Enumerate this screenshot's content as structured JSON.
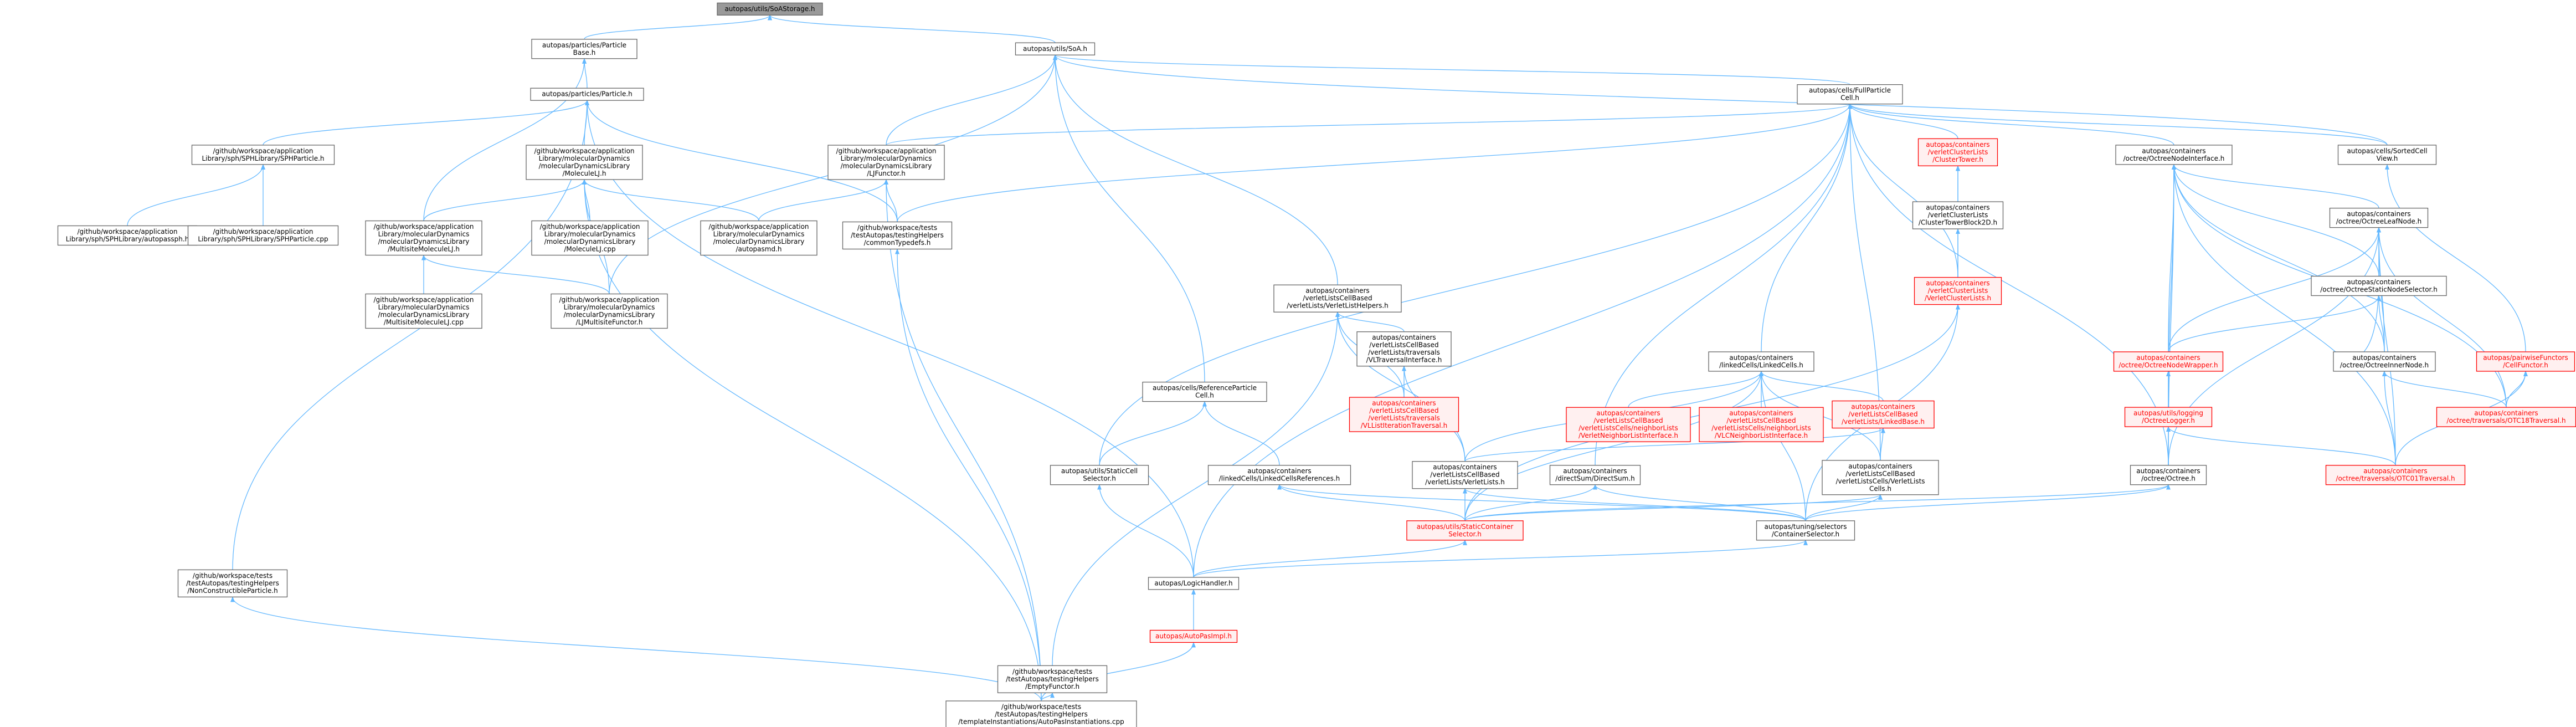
{
  "colors": {
    "edge": "#63b8ff",
    "normal_border": "#666666",
    "normal_fill": "#ffffff",
    "normal_text": "#000000",
    "highlight_border": "#ff0000",
    "highlight_fill": "#fff0f0",
    "highlight_text": "#ff0000",
    "root_fill": "#999999",
    "root_border": "#666666"
  },
  "nodes": [
    {
      "id": "root",
      "lines": [
        "autopas/utils/SoAStorage.h"
      ],
      "style": "root"
    },
    {
      "id": "pb",
      "lines": [
        "autopas/particles/Particle",
        "Base.h"
      ]
    },
    {
      "id": "soa",
      "lines": [
        "autopas/utils/SoA.h"
      ]
    },
    {
      "id": "ph",
      "lines": [
        "autopas/particles/Particle.h"
      ]
    },
    {
      "id": "fpc",
      "lines": [
        "autopas/cells/FullParticle",
        "Cell.h"
      ]
    },
    {
      "id": "sph",
      "lines": [
        "/github/workspace/application",
        "Library/sph/SPHLibrary/SPHParticle.h"
      ]
    },
    {
      "id": "mlj",
      "lines": [
        "/github/workspace/application",
        "Library/molecularDynamics",
        "/molecularDynamicsLibrary",
        "/MoleculeLJ.h"
      ]
    },
    {
      "id": "ljf",
      "lines": [
        "/github/workspace/application",
        "Library/molecularDynamics",
        "/molecularDynamicsLibrary",
        "/LJFunctor.h"
      ]
    },
    {
      "id": "ct",
      "lines": [
        "autopas/containers",
        "/verletClusterLists",
        "/ClusterTower.h"
      ],
      "style": "hl"
    },
    {
      "id": "oni",
      "lines": [
        "autopas/containers",
        "/octree/OctreeNodeInterface.h"
      ]
    },
    {
      "id": "scv",
      "lines": [
        "autopas/cells/SortedCell",
        "View.h"
      ]
    },
    {
      "id": "asph",
      "lines": [
        "/github/workspace/application",
        "Library/sph/SPHLibrary/autopassph.h"
      ]
    },
    {
      "id": "sphcpp",
      "lines": [
        "/github/workspace/application",
        "Library/sph/SPHLibrary/SPHParticle.cpp"
      ]
    },
    {
      "id": "msml",
      "lines": [
        "/github/workspace/application",
        "Library/molecularDynamics",
        "/molecularDynamicsLibrary",
        "/MultisiteMoleculeLJ.h"
      ]
    },
    {
      "id": "mljcpp",
      "lines": [
        "/github/workspace/application",
        "Library/molecularDynamics",
        "/molecularDynamicsLibrary",
        "/MoleculeLJ.cpp"
      ]
    },
    {
      "id": "amd",
      "lines": [
        "/github/workspace/application",
        "Library/molecularDynamics",
        "/molecularDynamicsLibrary",
        "/autopasmd.h"
      ]
    },
    {
      "id": "ctd",
      "lines": [
        "/github/workspace/tests",
        "/testAutopas/testingHelpers",
        "/commonTypedefs.h"
      ]
    },
    {
      "id": "ctb",
      "lines": [
        "autopas/containers",
        "/verletClusterLists",
        "/ClusterTowerBlock2D.h"
      ]
    },
    {
      "id": "oln",
      "lines": [
        "autopas/containers",
        "/octree/OctreeLeafNode.h"
      ]
    },
    {
      "id": "vlh",
      "lines": [
        "autopas/containers",
        "/verletListsCellBased",
        "/verletLists/VerletListHelpers.h"
      ]
    },
    {
      "id": "msmlcpp",
      "lines": [
        "/github/workspace/application",
        "Library/molecularDynamics",
        "/molecularDynamicsLibrary",
        "/MultisiteMoleculeLJ.cpp"
      ]
    },
    {
      "id": "lmf",
      "lines": [
        "/github/workspace/application",
        "Library/molecularDynamics",
        "/molecularDynamicsLibrary",
        "/LJMultisiteFunctor.h"
      ]
    },
    {
      "id": "vcl",
      "lines": [
        "autopas/containers",
        "/verletClusterLists",
        "/VerletClusterLists.h"
      ],
      "style": "hl"
    },
    {
      "id": "onss",
      "lines": [
        "autopas/containers",
        "/octree/OctreeStaticNodeSelector.h"
      ]
    },
    {
      "id": "vltif",
      "lines": [
        "autopas/containers",
        "/verletListsCellBased",
        "/verletLists/traversals",
        "/VLTraversalInterface.h"
      ]
    },
    {
      "id": "llc",
      "lines": [
        "autopas/containers",
        "/linkedCells/LinkedCells.h"
      ]
    },
    {
      "id": "onw",
      "lines": [
        "autopas/containers",
        "/octree/OctreeNodeWrapper.h"
      ],
      "style": "hl"
    },
    {
      "id": "oin",
      "lines": [
        "autopas/containers",
        "/octree/OctreeInnerNode.h"
      ]
    },
    {
      "id": "cf",
      "lines": [
        "autopas/pairwiseFunctors",
        "/CellFunctor.h"
      ],
      "style": "hl"
    },
    {
      "id": "vllit",
      "lines": [
        "autopas/containers",
        "/verletListsCellBased",
        "/verletLists/traversals",
        "/VLListIterationTraversal.h"
      ],
      "style": "hl"
    },
    {
      "id": "vlnli",
      "lines": [
        "autopas/containers",
        "/verletListsCellBased",
        "/verletListsCells/neighborLists",
        "/VerletNeighborListInterface.h"
      ],
      "style": "hl"
    },
    {
      "id": "vlcnli",
      "lines": [
        "autopas/containers",
        "/verletListsCellBased",
        "/verletListsCells/neighborLists",
        "/VLCNeighborListInterface.h"
      ],
      "style": "hl"
    },
    {
      "id": "vllb",
      "lines": [
        "autopas/containers",
        "/verletListsCellBased",
        "/verletLists/LinkedBase.h"
      ],
      "style": "hl"
    },
    {
      "id": "rpc",
      "lines": [
        "autopas/cells/ReferenceParticle",
        "Cell.h"
      ]
    },
    {
      "id": "ulog",
      "lines": [
        "autopas/utils/logging",
        "/OctreeLogger.h"
      ],
      "style": "hl"
    },
    {
      "id": "ot18",
      "lines": [
        "autopas/containers",
        "/octree/traversals/OTC18Traversal.h"
      ],
      "style": "hl"
    },
    {
      "id": "scs",
      "lines": [
        "autopas/utils/StaticCell",
        "Selector.h"
      ]
    },
    {
      "id": "llcr",
      "lines": [
        "autopas/containers",
        "/linkedCells/LinkedCellsReferences.h"
      ]
    },
    {
      "id": "vlvl",
      "lines": [
        "autopas/containers",
        "/verletListsCellBased",
        "/verletLists/VerletLists.h"
      ]
    },
    {
      "id": "dsum",
      "lines": [
        "autopas/containers",
        "/directSum/DirectSum.h"
      ]
    },
    {
      "id": "vlcvlc",
      "lines": [
        "autopas/containers",
        "/verletListsCellBased",
        "/verletListsCells/VerletLists",
        "Cells.h"
      ]
    },
    {
      "id": "oct",
      "lines": [
        "autopas/containers",
        "/octree/Octree.h"
      ]
    },
    {
      "id": "ot01",
      "lines": [
        "autopas/containers",
        "/octree/traversals/OTC01Traversal.h"
      ],
      "style": "hl"
    },
    {
      "id": "usc",
      "lines": [
        "autopas/utils/StaticContainer",
        "Selector.h"
      ],
      "style": "hl"
    },
    {
      "id": "tcs",
      "lines": [
        "autopas/tuning/selectors",
        "/ContainerSelector.h"
      ]
    },
    {
      "id": "ncp",
      "lines": [
        "/github/workspace/tests",
        "/testAutopas/testingHelpers",
        "/NonConstructibleParticle.h"
      ]
    },
    {
      "id": "logh",
      "lines": [
        "autopas/LogicHandler.h"
      ]
    },
    {
      "id": "api",
      "lines": [
        "autopas/AutoPasImpl.h"
      ],
      "style": "hl"
    },
    {
      "id": "ef",
      "lines": [
        "/github/workspace/tests",
        "/testAutopas/testingHelpers",
        "/EmptyFunctor.h"
      ]
    },
    {
      "id": "tai",
      "lines": [
        "/github/workspace/tests",
        "/testAutopas/testingHelpers",
        "/templateInstantiations/AutoPasInstantiations.cpp"
      ]
    }
  ],
  "edges": [
    [
      "pb",
      "root"
    ],
    [
      "soa",
      "root"
    ],
    [
      "ph",
      "pb"
    ],
    [
      "msml",
      "pb"
    ],
    [
      "fpc",
      "soa"
    ],
    [
      "scv",
      "soa"
    ],
    [
      "ljf",
      "soa"
    ],
    [
      "lmf",
      "soa"
    ],
    [
      "vlh",
      "soa"
    ],
    [
      "rpc",
      "soa"
    ],
    [
      "sph",
      "ph"
    ],
    [
      "mlj",
      "ph"
    ],
    [
      "ctd",
      "ph"
    ],
    [
      "ncp",
      "ph"
    ],
    [
      "logh",
      "ph"
    ],
    [
      "ljf",
      "fpc"
    ],
    [
      "ctd",
      "fpc"
    ],
    [
      "ct",
      "fpc"
    ],
    [
      "oni",
      "fpc"
    ],
    [
      "scv",
      "fpc"
    ],
    [
      "vcl",
      "fpc"
    ],
    [
      "llc",
      "fpc"
    ],
    [
      "dsum",
      "fpc"
    ],
    [
      "vlcvlc",
      "fpc"
    ],
    [
      "oct",
      "fpc"
    ],
    [
      "scs",
      "fpc"
    ],
    [
      "logh",
      "fpc"
    ],
    [
      "asph",
      "sph"
    ],
    [
      "sphcpp",
      "sph"
    ],
    [
      "msml",
      "mlj"
    ],
    [
      "mljcpp",
      "mlj"
    ],
    [
      "amd",
      "mlj"
    ],
    [
      "lmf",
      "mlj"
    ],
    [
      "tai",
      "mlj"
    ],
    [
      "amd",
      "ljf"
    ],
    [
      "ctd",
      "ljf"
    ],
    [
      "tai",
      "ljf"
    ],
    [
      "ctb",
      "ct"
    ],
    [
      "vcl",
      "ct"
    ],
    [
      "vcl",
      "ctb"
    ],
    [
      "oln",
      "oni"
    ],
    [
      "oin",
      "oni"
    ],
    [
      "onw",
      "oni"
    ],
    [
      "onss",
      "oni"
    ],
    [
      "ulog",
      "oni"
    ],
    [
      "oct",
      "oni"
    ],
    [
      "ot18",
      "oni"
    ],
    [
      "ot01",
      "oni"
    ],
    [
      "cf",
      "scv"
    ],
    [
      "msmlcpp",
      "msml"
    ],
    [
      "lmf",
      "msml"
    ],
    [
      "tai",
      "ctd"
    ],
    [
      "onss",
      "oln"
    ],
    [
      "oin",
      "oln"
    ],
    [
      "onw",
      "oln"
    ],
    [
      "ot18",
      "oln"
    ],
    [
      "ot01",
      "oln"
    ],
    [
      "oct",
      "oln"
    ],
    [
      "vltif",
      "vlh"
    ],
    [
      "vllit",
      "vlh"
    ],
    [
      "vlvl",
      "vlh"
    ],
    [
      "ef",
      "vlh"
    ],
    [
      "usc",
      "vcl"
    ],
    [
      "tcs",
      "vcl"
    ],
    [
      "oin",
      "onss"
    ],
    [
      "onw",
      "onss"
    ],
    [
      "vllit",
      "vltif"
    ],
    [
      "vlvl",
      "vltif"
    ],
    [
      "vlnli",
      "llc"
    ],
    [
      "vlcnli",
      "llc"
    ],
    [
      "vllb",
      "llc"
    ],
    [
      "vlvl",
      "llc"
    ],
    [
      "vlcvlc",
      "llc"
    ],
    [
      "usc",
      "llc"
    ],
    [
      "tcs",
      "llc"
    ],
    [
      "ulog",
      "onw"
    ],
    [
      "oct",
      "onw"
    ],
    [
      "onss",
      "oin"
    ],
    [
      "ot18",
      "oin"
    ],
    [
      "ot01",
      "oin"
    ],
    [
      "ot18",
      "cf"
    ],
    [
      "ot01",
      "cf"
    ],
    [
      "vlvl",
      "vllb"
    ],
    [
      "vlcvlc",
      "vllb"
    ],
    [
      "scs",
      "rpc"
    ],
    [
      "llcr",
      "rpc"
    ],
    [
      "oct",
      "ulog"
    ],
    [
      "ot01",
      "ulog"
    ],
    [
      "logh",
      "scs"
    ],
    [
      "usc",
      "llcr"
    ],
    [
      "tcs",
      "llcr"
    ],
    [
      "usc",
      "vlvl"
    ],
    [
      "tcs",
      "vlvl"
    ],
    [
      "usc",
      "dsum"
    ],
    [
      "tcs",
      "dsum"
    ],
    [
      "usc",
      "vlcvlc"
    ],
    [
      "tcs",
      "vlcvlc"
    ],
    [
      "usc",
      "oct"
    ],
    [
      "tcs",
      "oct"
    ],
    [
      "logh",
      "usc"
    ],
    [
      "logh",
      "tcs"
    ],
    [
      "tai",
      "ncp"
    ],
    [
      "api",
      "logh"
    ],
    [
      "tai",
      "api"
    ],
    [
      "tai",
      "ef"
    ]
  ]
}
